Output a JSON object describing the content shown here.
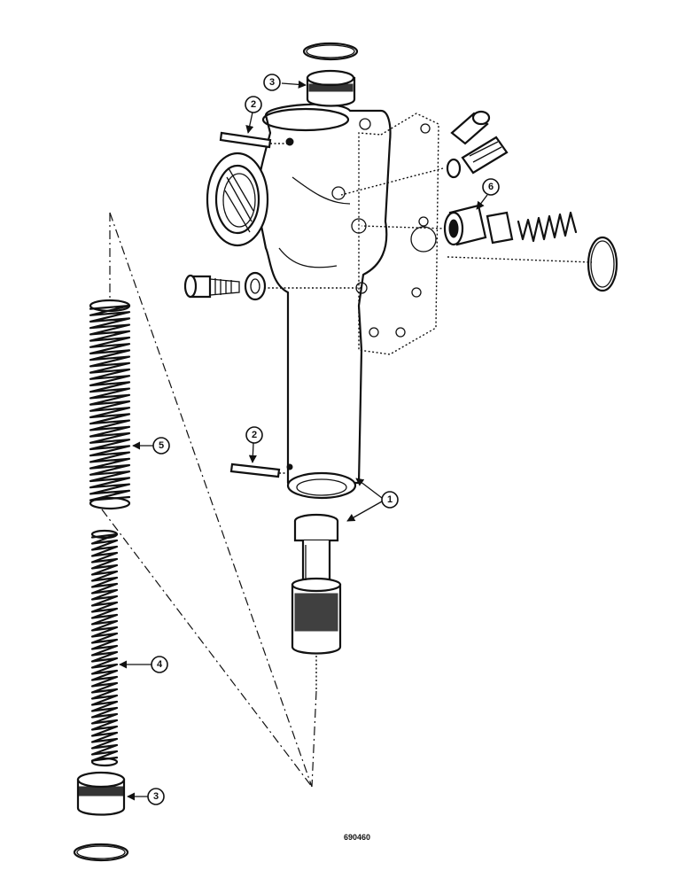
{
  "callouts": {
    "c1": "1",
    "c2a": "2",
    "c2b": "2",
    "c3a": "3",
    "c3b": "3",
    "c4": "4",
    "c5": "5",
    "c6": "6"
  },
  "reference_number": "690460"
}
